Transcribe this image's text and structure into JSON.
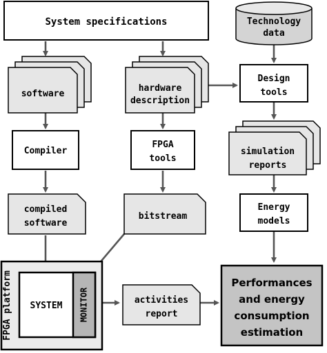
{
  "nodes": {
    "system_specifications": "System specifications",
    "technology_data": [
      "Technology",
      "data"
    ],
    "software": "software",
    "hardware_description": [
      "hardware",
      "description"
    ],
    "design_tools": [
      "Design",
      "tools"
    ],
    "compiler": "Compiler",
    "fpga_tools": [
      "FPGA",
      "tools"
    ],
    "simulation_reports": [
      "simulation",
      "reports"
    ],
    "compiled_software": [
      "compiled",
      "software"
    ],
    "bitstream": "bitstream",
    "energy_models": [
      "Energy",
      "models"
    ],
    "fpga_platform": "FPGA platform",
    "system": "SYSTEM",
    "monitor": "MONITOR",
    "activities_report": [
      "activities",
      "report"
    ],
    "performances": [
      "Performances",
      "and energy",
      "consumption",
      "estimation"
    ]
  }
}
